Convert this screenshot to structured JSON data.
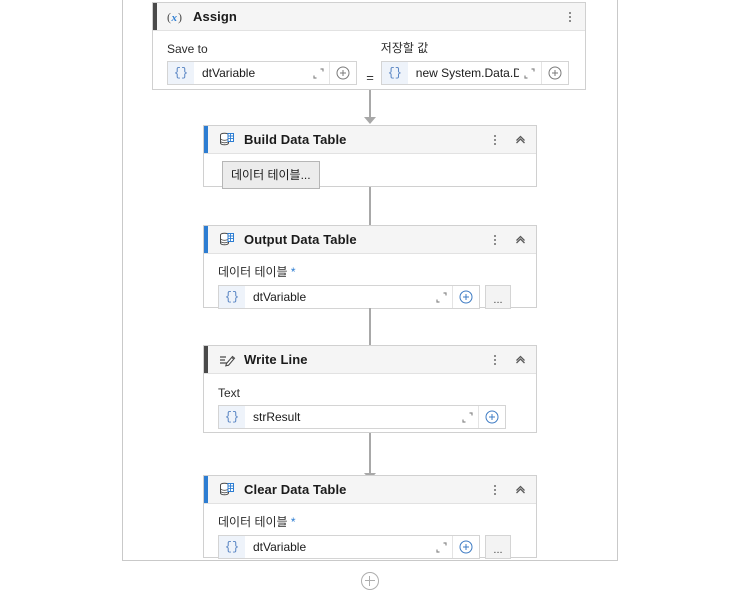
{
  "canvas": {
    "background": "#ffffff",
    "accent_blue": "#2d7dd2",
    "accent_gray": "#4a4a4a",
    "connector_color": "#a8a8a8"
  },
  "sequence": {
    "add_activity_label": "+"
  },
  "activities": [
    {
      "id": "assign",
      "title": "Assign",
      "icon": "assign-variable-icon",
      "icon_glyph": "(x)",
      "accent": "gray",
      "collapsible": false,
      "kebab": true,
      "fields": {
        "left_label": "Save to",
        "left_prefix": "{}",
        "left_value": "dtVariable",
        "operator": "=",
        "right_label": "저장할 값",
        "right_prefix": "{}",
        "right_value": "new System.Data.DataTable"
      }
    },
    {
      "id": "build-data-table",
      "title": "Build Data Table",
      "icon": "data-table-icon",
      "accent": "blue",
      "collapsible": true,
      "kebab": true,
      "button_label": "데이터 테이블..."
    },
    {
      "id": "output-data-table",
      "title": "Output Data Table",
      "icon": "data-table-icon",
      "accent": "blue",
      "collapsible": true,
      "kebab": true,
      "field_label": "데이터 테이블",
      "required": true,
      "required_mark": "*",
      "prefix": "{}",
      "value": "dtVariable",
      "has_ellipsis": true,
      "ellipsis_label": "..."
    },
    {
      "id": "write-line",
      "title": "Write Line",
      "icon": "write-line-pencil-icon",
      "accent": "gray",
      "collapsible": true,
      "kebab": true,
      "field_label": "Text",
      "required": false,
      "prefix": "{}",
      "value": "strResult",
      "has_ellipsis": false
    },
    {
      "id": "clear-data-table",
      "title": "Clear Data Table",
      "icon": "data-table-icon",
      "accent": "blue",
      "collapsible": true,
      "kebab": true,
      "field_label": "데이터 테이블",
      "required": true,
      "required_mark": "*",
      "prefix": "{}",
      "value": "dtVariable",
      "has_ellipsis": true,
      "ellipsis_label": "..."
    }
  ]
}
